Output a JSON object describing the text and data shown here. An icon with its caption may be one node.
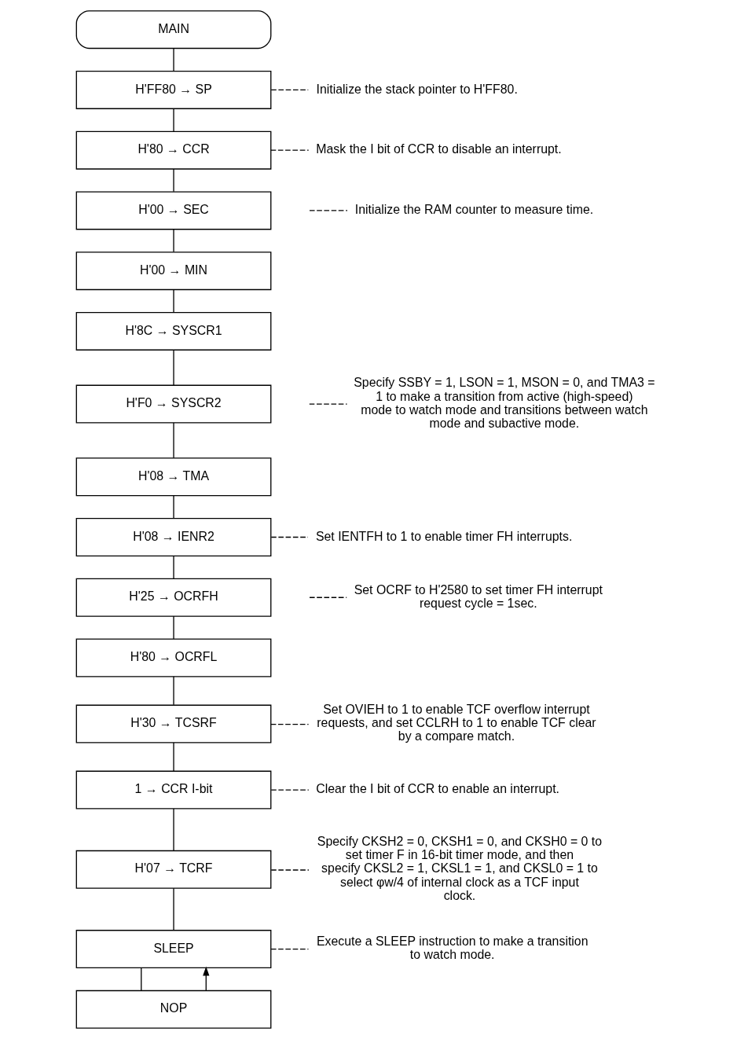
{
  "diagram": {
    "nodes": [
      {
        "text": [
          "MAIN"
        ]
      },
      {
        "text": [
          "H'FF80 → SP"
        ]
      },
      {
        "text": [
          "H'80 → CCR"
        ]
      },
      {
        "text": [
          "H'00 → SEC"
        ]
      },
      {
        "text": [
          "H'00 → MIN"
        ]
      },
      {
        "text": [
          "H'8C → SYSCR1"
        ]
      },
      {
        "text": [
          "H'F0 → SYSCR2"
        ]
      },
      {
        "text": [
          "H'08 → TMA"
        ]
      },
      {
        "text": [
          "H'08 → IENR2"
        ]
      },
      {
        "text": [
          "H'25 → OCRFH"
        ]
      },
      {
        "text": [
          "H'80 → OCRFL"
        ]
      },
      {
        "text": [
          "H'30 → TCSRF"
        ]
      },
      {
        "text": [
          "1 → CCR I-bit"
        ]
      },
      {
        "text": [
          "H'07 → TCRF"
        ]
      },
      {
        "text": [
          "SLEEP"
        ]
      },
      {
        "text": [
          "NOP"
        ]
      },
      {
        "text": [
          "Initialize the stack pointer to H'FF80."
        ]
      },
      {
        "text": [
          "Mask the I bit of CCR to disable an interrupt."
        ]
      },
      {
        "text": [
          "Initialize the RAM counter to measure time."
        ]
      },
      {
        "text": [
          "Specify SSBY = 1, LSON = 1, MSON = 0, and TMA3 = 1 to make a transition from active (high-speed) mode to watch mode and transitions between watch mode and subactive mode."
        ]
      },
      {
        "text": [
          "Set IENTFH to 1 to enable timer FH interrupts."
        ]
      },
      {
        "text": [
          "Set OCRF to H'2580 to set timer FH interrupt request cycle = 1sec."
        ]
      },
      {
        "text": [
          "Set OVIEH to 1 to enable TCF overflow interrupt requests, and set CCLRH to 1 to enable TCF clear by a compare match."
        ]
      },
      {
        "text": [
          "Clear the I bit of CCR to enable an interrupt."
        ]
      },
      {
        "text": [
          "Specify CKSH2 = 0, CKSH1 = 0, and CKSH0 = 0 to set timer F in 16-bit timer mode, and then specify CKSL2 = 1, CKSL1 = 1, and CKSL0 = 1 to select φw/4 of internal clock as a TCF input clock."
        ]
      },
      {
        "text": [
          "Execute a SLEEP instruction to make a transition to watch mode."
        ]
      }
    ],
    "edges": [
      {
        "from": 0,
        "to": 1,
        "arrow": "none"
      },
      {
        "from": 1,
        "to": 2,
        "arrow": "none"
      },
      {
        "from": 2,
        "to": 3,
        "arrow": "none"
      },
      {
        "from": 3,
        "to": 4,
        "arrow": "none"
      },
      {
        "from": 4,
        "to": 5,
        "arrow": "none"
      },
      {
        "from": 5,
        "to": 6,
        "arrow": "none"
      },
      {
        "from": 6,
        "to": 7,
        "arrow": "none"
      },
      {
        "from": 7,
        "to": 8,
        "arrow": "none"
      },
      {
        "from": 8,
        "to": 9,
        "arrow": "none"
      },
      {
        "from": 9,
        "to": 10,
        "arrow": "none"
      },
      {
        "from": 10,
        "to": 11,
        "arrow": "none"
      },
      {
        "from": 11,
        "to": 12,
        "arrow": "none"
      },
      {
        "from": 12,
        "to": 13,
        "arrow": "none"
      },
      {
        "from": 13,
        "to": 14,
        "arrow": "none"
      },
      {
        "from": 14,
        "to": 15,
        "arrow": "none"
      },
      {
        "from": 15,
        "to": 14,
        "arrow": "to"
      },
      {
        "from": 1,
        "to": 16,
        "arrow": "none",
        "style": "dashed"
      },
      {
        "from": 2,
        "to": 17,
        "arrow": "none",
        "style": "dashed"
      },
      {
        "from": null,
        "to": 18,
        "arrow": "none",
        "style": "dashed"
      },
      {
        "from": null,
        "to": 19,
        "arrow": "none",
        "style": "dashed"
      },
      {
        "from": 8,
        "to": 20,
        "arrow": "none",
        "style": "dashed"
      },
      {
        "from": null,
        "to": 21,
        "arrow": "none",
        "style": "dashed"
      },
      {
        "from": 11,
        "to": 22,
        "arrow": "none",
        "style": "dashed"
      },
      {
        "from": 12,
        "to": 23,
        "arrow": "none",
        "style": "dashed"
      },
      {
        "from": 13,
        "to": 24,
        "arrow": "none",
        "style": "dashed"
      },
      {
        "from": 14,
        "to": 25,
        "arrow": "none",
        "style": "dashed"
      }
    ]
  }
}
